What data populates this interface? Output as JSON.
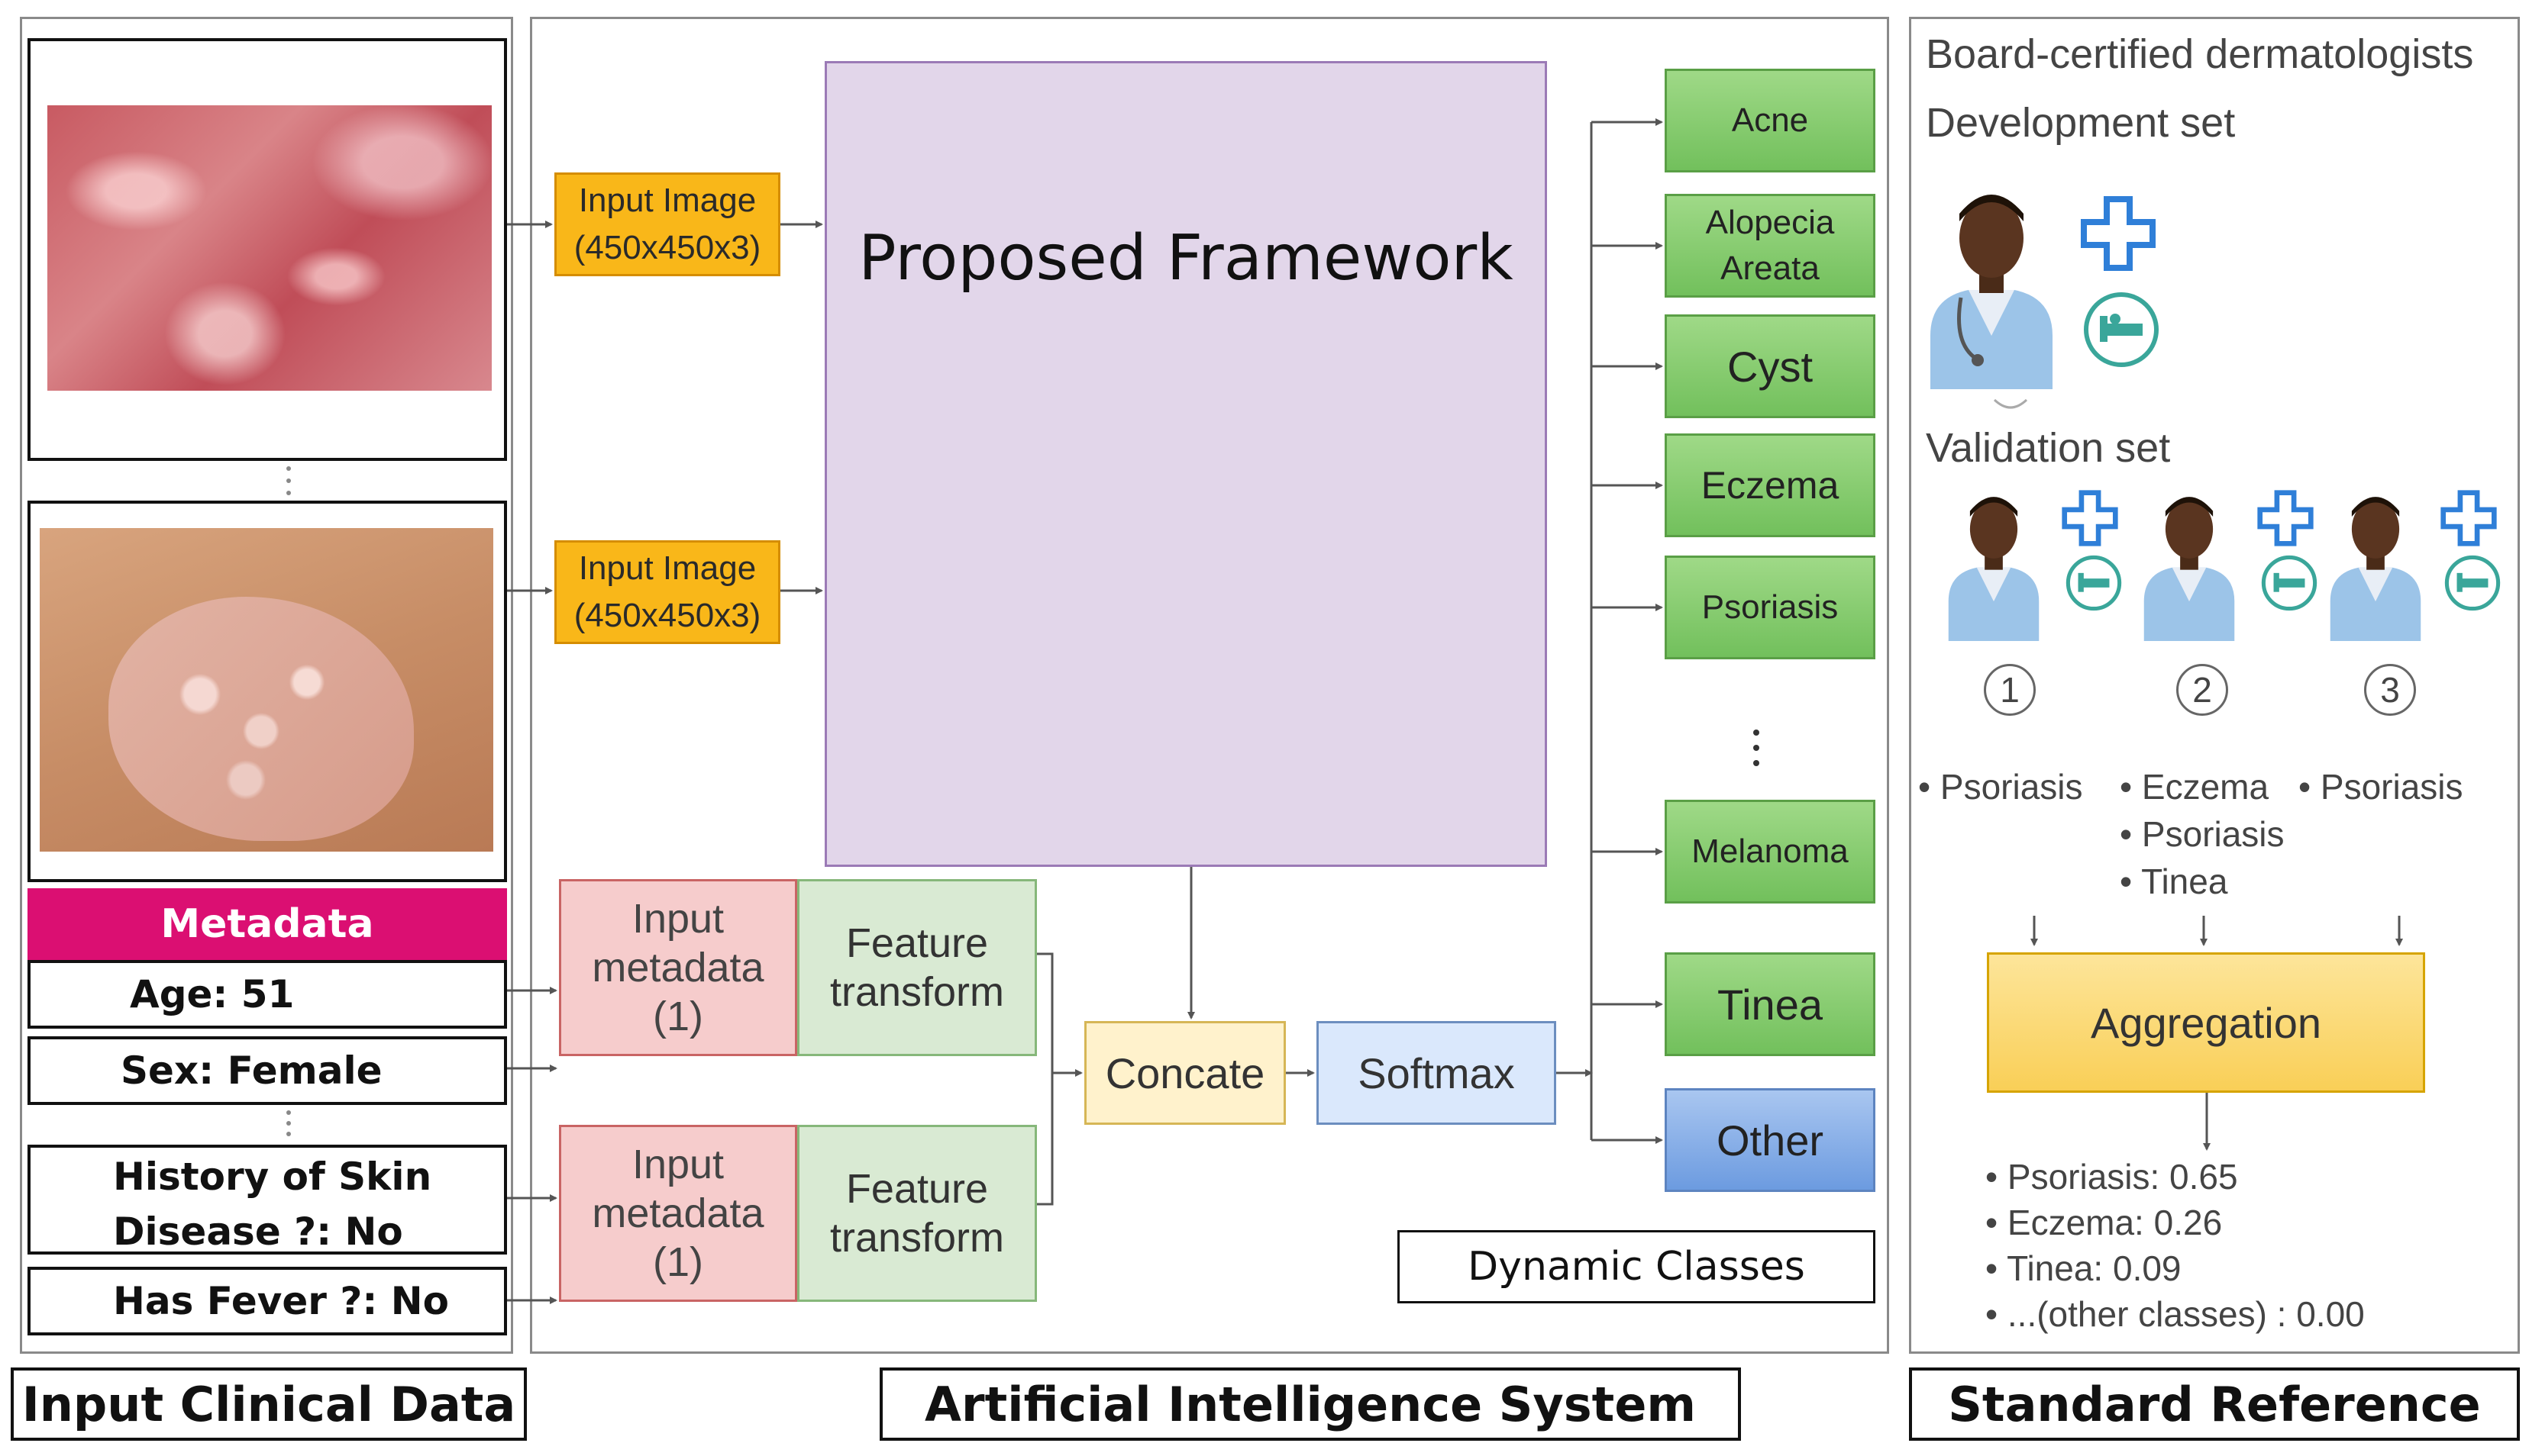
{
  "metadata": {
    "header": "Metadata",
    "age": "Age: 51",
    "sex": "Sex: Female",
    "history_line1": "History of Skin",
    "history_line2": "Disease ?: No",
    "fever": "Has Fever ?: No"
  },
  "framework": {
    "input_image_line1": "Input Image",
    "input_image_line2": "(450x450x3)",
    "proposed_framework": "Proposed Framework",
    "input_metadata_line1": "Input",
    "input_metadata_line2": "metadata",
    "input_metadata_line3": "(1)",
    "feature_line1": "Feature",
    "feature_line2": "transform",
    "concate": "Concate",
    "softmax": "Softmax",
    "dynamic_classes": "Dynamic Classes"
  },
  "classes": {
    "acne": "Acne",
    "alopecia_line1": "Alopecia",
    "alopecia_line2": "Areata",
    "cyst": "Cyst",
    "eczema": "Eczema",
    "psoriasis": "Psoriasis",
    "melanoma": "Melanoma",
    "tinea": "Tinea",
    "other": "Other"
  },
  "reference": {
    "title": "Board-certified dermatologists",
    "dev_set": "Development set",
    "val_set": "Validation set",
    "num1": "1",
    "num2": "2",
    "num3": "3",
    "d1_label1": "Psoriasis",
    "d2_label1": "Eczema",
    "d2_label2": "Psoriasis",
    "d2_label3": "Tinea",
    "d3_label1": "Psoriasis",
    "aggregation": "Aggregation",
    "result1": "Psoriasis: 0.65",
    "result2": "Eczema: 0.26",
    "result3": "Tinea: 0.09",
    "result4": "...(other classes) : 0.00"
  },
  "section_labels": {
    "input": "Input Clinical Data",
    "ai": "Artificial Intelligence System",
    "reference": "Standard Reference"
  },
  "colors": {
    "metadata_header": "#db0f72",
    "framework": "#e2d6ea",
    "input_image": "#f9b719",
    "class_box": "#86cd6e",
    "other_box": "#8db3ea",
    "aggregation": "#fbd766"
  },
  "icons": [
    "doctor-icon",
    "medical-cross-icon",
    "hospital-bed-icon",
    "vertical-ellipsis-icon"
  ]
}
